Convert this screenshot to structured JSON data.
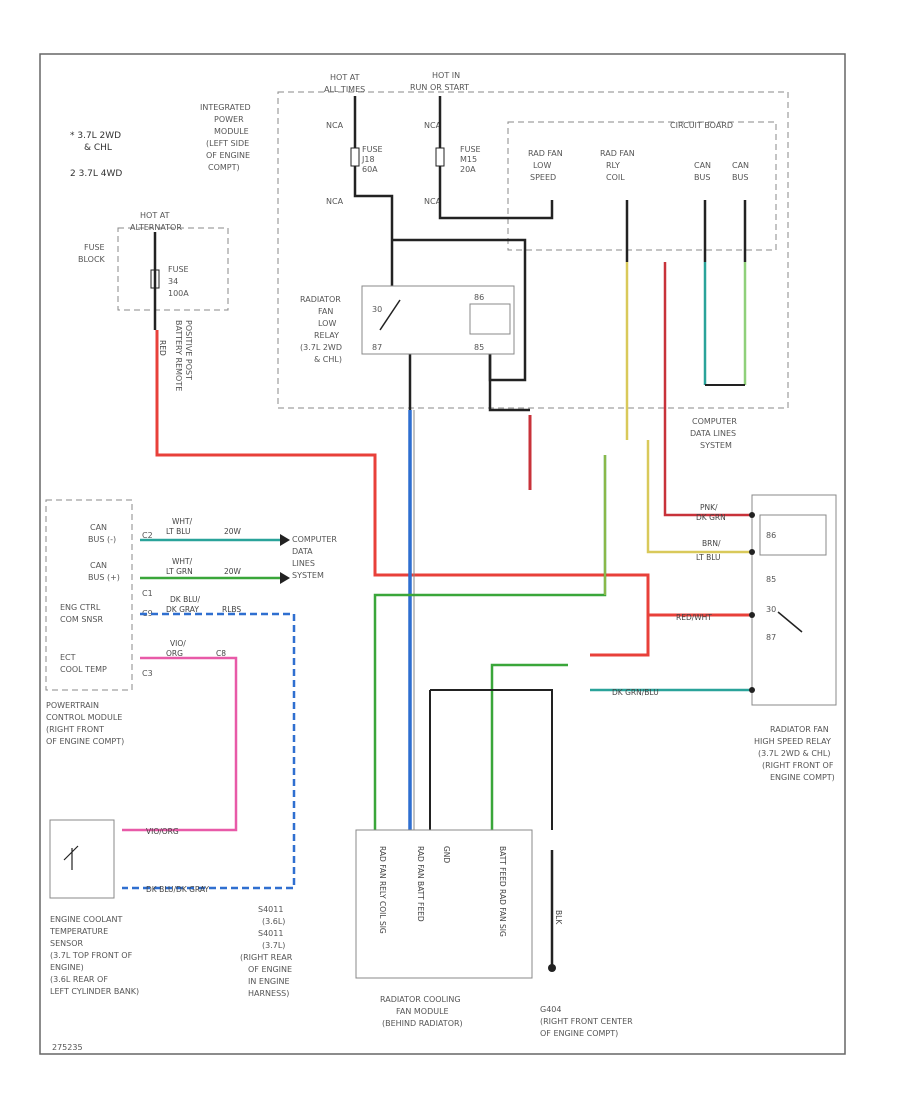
{
  "colors": {
    "red": "#e8403a",
    "blue": "#2f6fd0",
    "teal": "#2aa39a",
    "green": "#3aa63a",
    "lightgreen": "#8fd07a",
    "yellow": "#d9c95a",
    "pink": "#e85aa8",
    "darkred": "#c8323a",
    "black": "#222222",
    "dkgreen": "#2e8b57"
  },
  "notes": {
    "note1": "* 3.7L 2WD",
    "note1b": "& CHL",
    "note2": "2 3.7L 4WD"
  },
  "top_labels": {
    "hot_at_all_times": "HOT AT",
    "hot_at_all_times2": "ALL TIMES",
    "hot_in_run": "HOT IN",
    "hot_in_run2": "RUN OR START",
    "ipm": [
      "INTEGRATED",
      "POWER",
      "MODULE",
      "(LEFT SIDE",
      "OF ENGINE",
      "COMPT)"
    ],
    "circuit_board": "CIRCUIT BOARD",
    "fuse1": [
      "FUSE",
      "J18",
      "60A"
    ],
    "fuse2": [
      "FUSE",
      "M15",
      "20A"
    ],
    "board_cols": [
      [
        "RAD FAN",
        "LOW",
        "SPEED"
      ],
      [
        "RAD FAN",
        "RLY",
        "COIL"
      ],
      [
        "CAN",
        "BUS"
      ],
      [
        "CAN",
        "BUS"
      ]
    ],
    "nca": "NCA"
  },
  "alternator": {
    "hot": "HOT AT",
    "hot2": "ALTERNATOR",
    "fuse_block": [
      "FUSE",
      "BLOCK"
    ],
    "fuse": [
      "FUSE",
      "34",
      "100A"
    ],
    "wire": "RED",
    "wire_note": [
      "BATTERY REMOTE",
      "POSITIVE POST"
    ]
  },
  "low_relay": {
    "name": [
      "RADIATOR",
      "FAN",
      "LOW",
      "RELAY",
      "(3.7L 2WD",
      "& CHL)"
    ],
    "pins": [
      "87",
      "30",
      "86",
      "85"
    ]
  },
  "pcm": {
    "rows": [
      {
        "label": "CAN",
        "label2": "BUS (-)",
        "pin": "C2",
        "wire": "WHT/",
        "wire2": "LT BLU",
        "gauge": "20W"
      },
      {
        "label": "CAN",
        "label2": "BUS (+)",
        "pin": "C1",
        "wire": "WHT/",
        "wire2": "LT GRN",
        "gauge": "20W"
      },
      {
        "label": "ENG CTRL",
        "label2": "COM SNSR",
        "pin": "C9",
        "wire": "DK BLU/",
        "wire2": "DK GRAY",
        "gauge": "RLBS"
      },
      {
        "label": "ECT",
        "label2": "COOL TEMP",
        "pin": "C3",
        "wire": "VIO/",
        "wire2": "ORG",
        "gauge": "C8"
      }
    ],
    "computer_data": [
      "COMPUTER",
      "DATA",
      "LINES",
      "SYSTEM"
    ],
    "name": [
      "POWERTRAIN",
      "CONTROL MODULE",
      "(RIGHT FRONT",
      "OF ENGINE COMPT)"
    ]
  },
  "ect": {
    "name": [
      "ENGINE COOLANT",
      "TEMPERATURE",
      "SENSOR",
      "(3.7L TOP FRONT OF",
      "ENGINE)",
      "(3.6L REAR OF",
      "LEFT CYLINDER BANK)"
    ],
    "wire_top": "VIO/ORG",
    "wire_bot": "DK BLU/DK GRAY"
  },
  "splice": {
    "name": [
      "S4011",
      "(3.6L)",
      "S4011",
      "(3.7L)",
      "(RIGHT REAR",
      "OF ENGINE",
      "IN ENGINE",
      "HARNESS)"
    ]
  },
  "fan_module": {
    "name": [
      "RADIATOR COOLING",
      "FAN MODULE",
      "(BEHIND RADIATOR)"
    ],
    "pins": [
      "RAD FAN RELY COIL SIG",
      "RAD FAN BATT FEED",
      "GND",
      "BATT FEED RAD FAN SIG"
    ]
  },
  "ground": {
    "name": [
      "G404",
      "(RIGHT FRONT CENTER",
      "OF ENGINE COMPT)"
    ],
    "wire": "BLK"
  },
  "high_relay": {
    "name": [
      "RADIATOR FAN",
      "HIGH SPEED RELAY",
      "(3.7L 2WD & CHL)",
      "(RIGHT FRONT OF",
      "ENGINE COMPT)"
    ],
    "pins": [
      "86",
      "85",
      "30",
      "87"
    ],
    "wires": [
      "PNK/",
      "DK GRN",
      "BRN/",
      "LT BLU",
      "RED/WHT",
      "DK GRN/BLU"
    ]
  },
  "can_system": [
    "COMPUTER",
    "DATA LINES",
    "SYSTEM"
  ],
  "footer": "275235"
}
